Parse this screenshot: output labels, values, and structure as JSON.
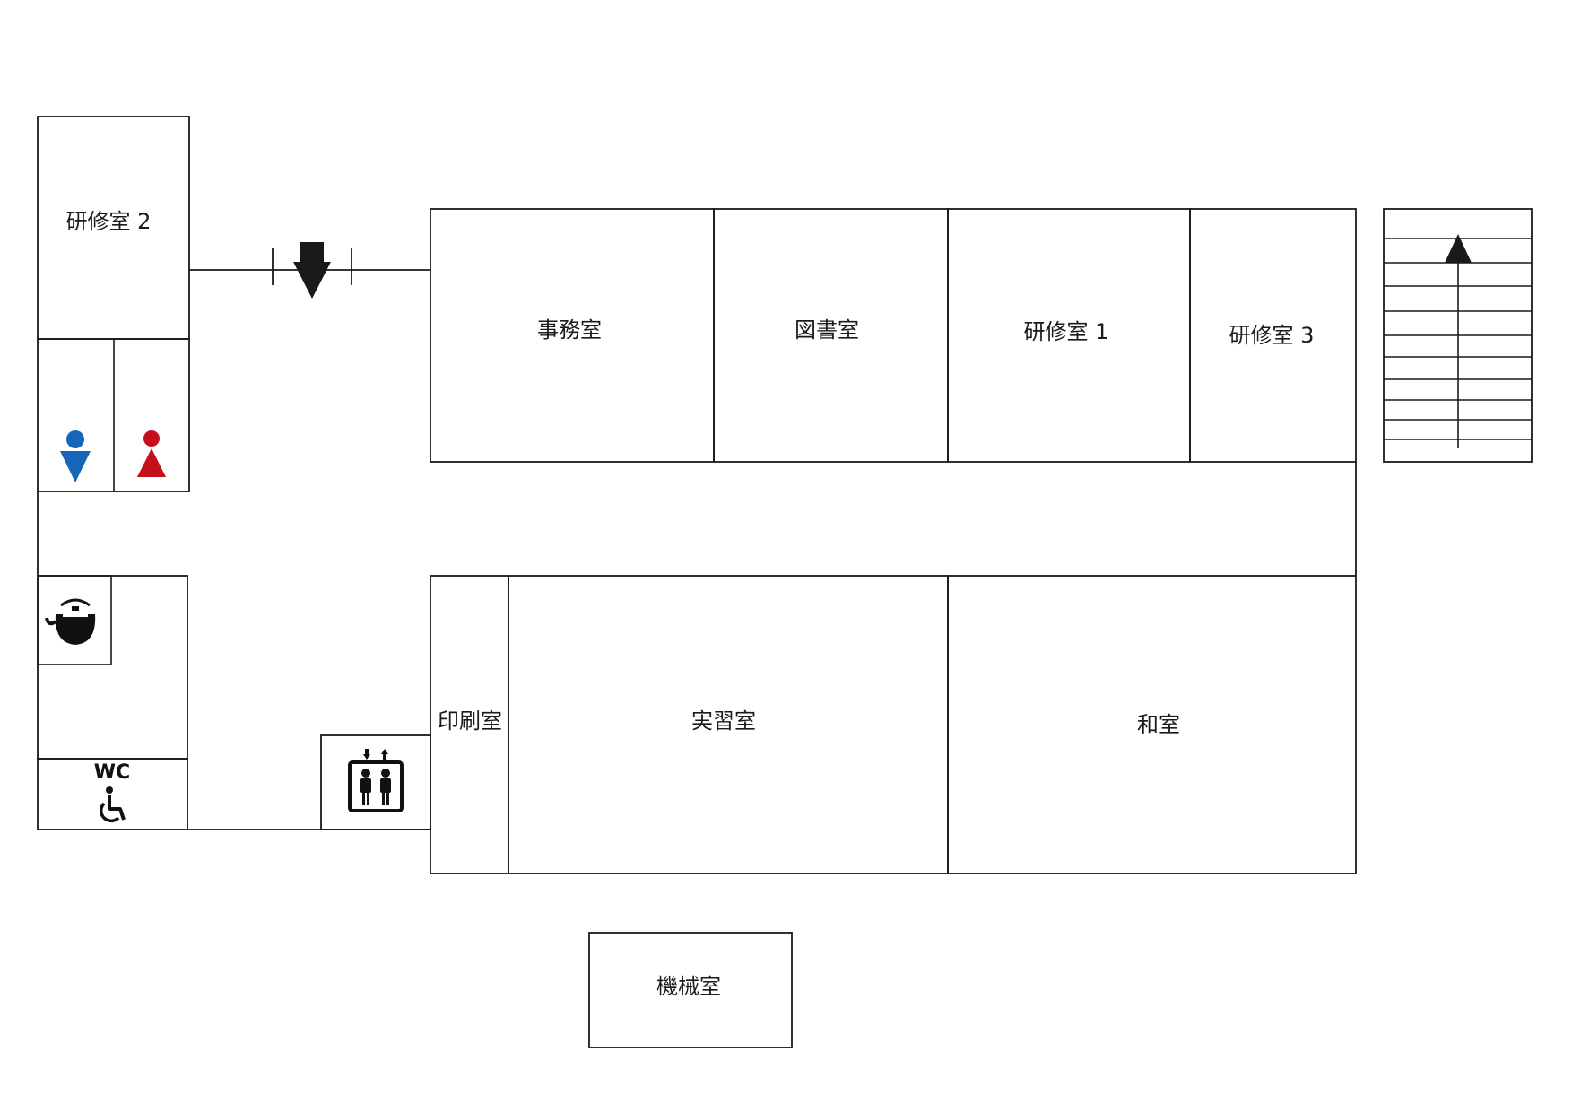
{
  "rooms": {
    "training2": "研修室 2",
    "office": "事務室",
    "library": "図書室",
    "training1": "研修室 1",
    "training3": "研修室 3",
    "print": "印刷室",
    "practice": "実習室",
    "japanese": "和室",
    "machine": "機械室"
  },
  "icons": {
    "wc_text": "WC",
    "male_color": "#1565b8",
    "female_color": "#c4101a",
    "accent": "#1a1a1a"
  }
}
